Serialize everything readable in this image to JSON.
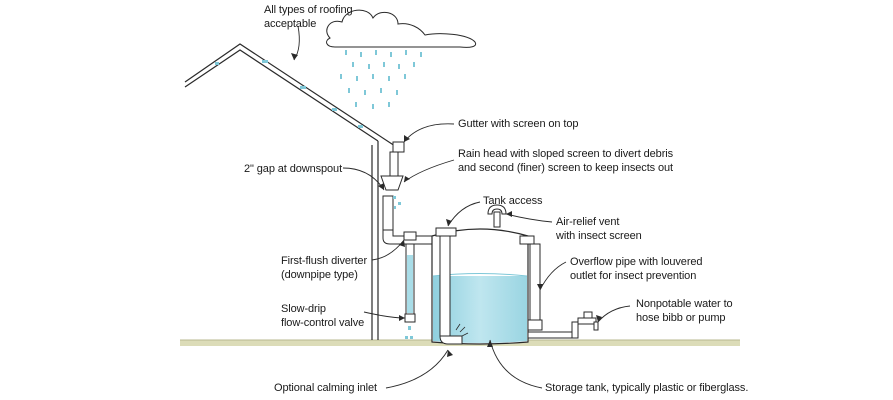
{
  "labels": {
    "roofing": [
      "All types of roofing",
      "acceptable"
    ],
    "gutter": [
      "Gutter with screen on top"
    ],
    "rain_head": [
      "Rain head with sloped screen to divert debris",
      "and second (finer) screen to keep insects out"
    ],
    "gap": [
      "2\" gap at downspout"
    ],
    "tank_access": [
      "Tank access"
    ],
    "air_relief": [
      "Air-relief vent",
      "with insect screen"
    ],
    "first_flush": [
      "First-flush diverter",
      "(downpipe type)"
    ],
    "overflow": [
      "Overflow pipe with louvered",
      "outlet for insect prevention"
    ],
    "slow_drip": [
      "Slow-drip",
      "flow-control valve"
    ],
    "nonpotable": [
      "Nonpotable water to",
      "hose bibb or pump"
    ],
    "calming": [
      "Optional calming inlet"
    ],
    "storage": [
      "Storage tank, typically plastic or fiberglass."
    ]
  },
  "colors": {
    "line": "#2a2a2a",
    "water": "#a9dde8",
    "water_light": "#d3eef4",
    "cloud": "#ffffff",
    "rain": "#7fc8d8",
    "ground": "#dcdcb8",
    "roof_accent": "#7fc8d8"
  }
}
